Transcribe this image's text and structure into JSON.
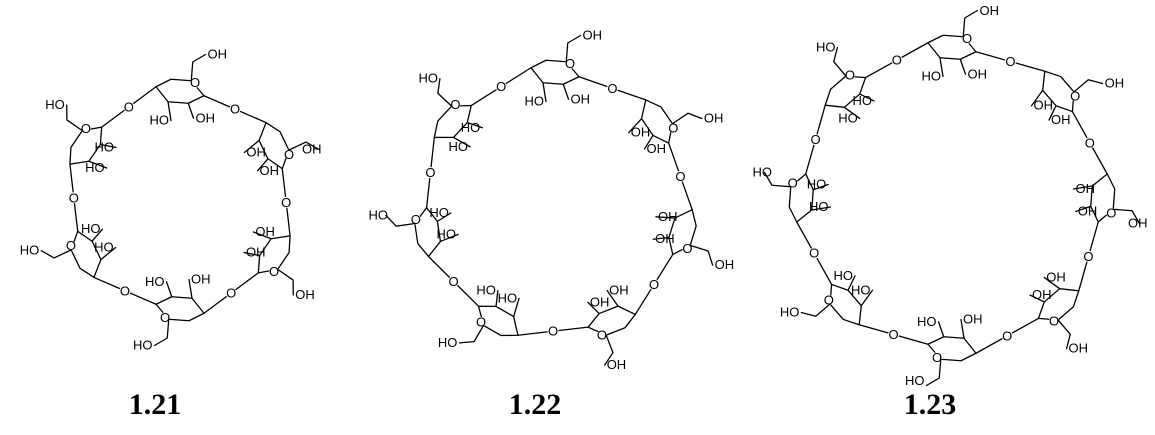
{
  "hydroxyl_label": "OH",
  "hydroxyl_label_left": "HO",
  "ring_oxygen_label": "O",
  "colors": {
    "ink": "#000000",
    "background": "#ffffff"
  },
  "molecules": [
    {
      "label": "1.21",
      "glucose_units": 6
    },
    {
      "label": "1.22",
      "glucose_units": 7
    },
    {
      "label": "1.23",
      "glucose_units": 8
    }
  ]
}
